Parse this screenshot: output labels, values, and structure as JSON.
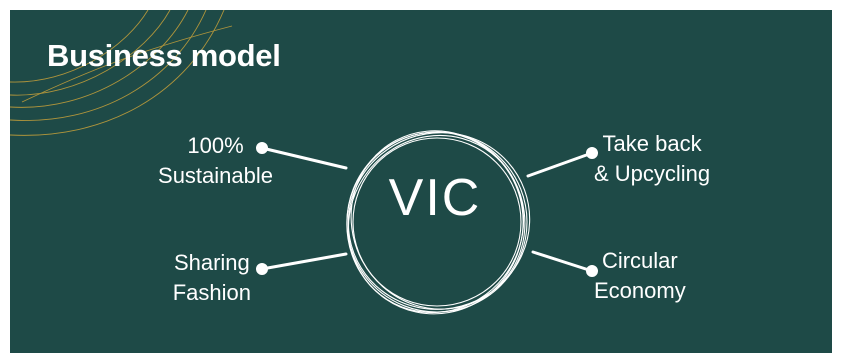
{
  "slide": {
    "title": "Business model",
    "center_label": "VIC",
    "colors": {
      "background": "#1e4a47",
      "accent_arcs": "#c9a23a",
      "foreground": "#ffffff"
    },
    "nodes": [
      {
        "id": "sustainable",
        "lines": [
          "100%",
          "Sustainable"
        ]
      },
      {
        "id": "take-back",
        "lines": [
          "Take back",
          "& Upcycling"
        ]
      },
      {
        "id": "sharing",
        "lines": [
          "Sharing",
          "Fashion"
        ]
      },
      {
        "id": "circular",
        "lines": [
          "Circular",
          "Economy"
        ]
      }
    ]
  }
}
